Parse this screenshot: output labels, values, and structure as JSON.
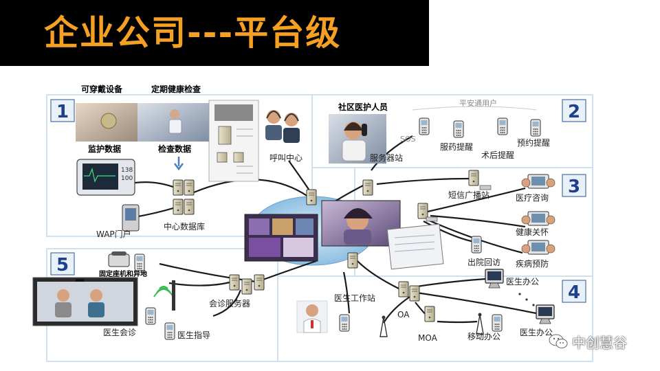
{
  "title": "企业公司---平台级",
  "sections": [
    {
      "number": "1"
    },
    {
      "number": "2"
    },
    {
      "number": "3"
    },
    {
      "number": "4"
    },
    {
      "number": "5"
    }
  ],
  "labels": {
    "wearable": "可穿戴设备",
    "checkup": "定期健康检查",
    "monitor_data": "监护数据",
    "exam_data": "检查数据",
    "call_center": "呼叫中心",
    "central_db": "中心数据库",
    "wap_portal": "WAP门户",
    "community_staff": "社区医护人员",
    "server_station": "服务器站",
    "ping_an_user": "平安通用户",
    "sos": "SOS",
    "medication_reminder": "服药提醒",
    "postop_reminder": "术后提醒",
    "appointment_reminder": "预约提醒",
    "sms_station": "短信广播站",
    "medical_consult": "医疗咨询",
    "health_care": "健康关怀",
    "discharge_followup": "出院回访",
    "disease_prevention": "疾病预防",
    "fixed_phone": "固定座机和异地",
    "consult_server": "会诊服务器",
    "doctor_consult": "医生会诊",
    "doctor_guidance": "医生指导",
    "doctor_workstation": "医生工作站",
    "oa": "OA",
    "moa": "MOA",
    "mobile_office": "移动办公",
    "doctor_office_1": "医生办公",
    "doctor_office_2": "医生办公"
  },
  "watermark": "中创慧谷",
  "colors": {
    "title_orange": "#f5a023",
    "panel_border": "#cfe0ee",
    "number": "#1e3f8a"
  }
}
